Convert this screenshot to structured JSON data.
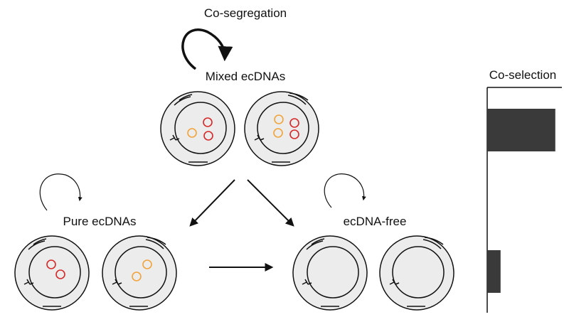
{
  "labels": {
    "top": "Co-segregation",
    "mixed": "Mixed ecDNAs",
    "pure": "Pure ecDNAs",
    "free": "ecDNA-free",
    "panel": "Co-selection"
  },
  "colors": {
    "red": "#d62828",
    "orange": "#f2a33a",
    "cell_fill": "#ececec",
    "stroke": "#111111",
    "bar": "#3a3a3a"
  },
  "chart_data": {
    "type": "bar",
    "title": "Co-selection",
    "categories": [
      "",
      ""
    ],
    "values": [
      1.0,
      0.19
    ],
    "xlabel": "",
    "ylabel": "",
    "grid": false,
    "legend": "none"
  }
}
